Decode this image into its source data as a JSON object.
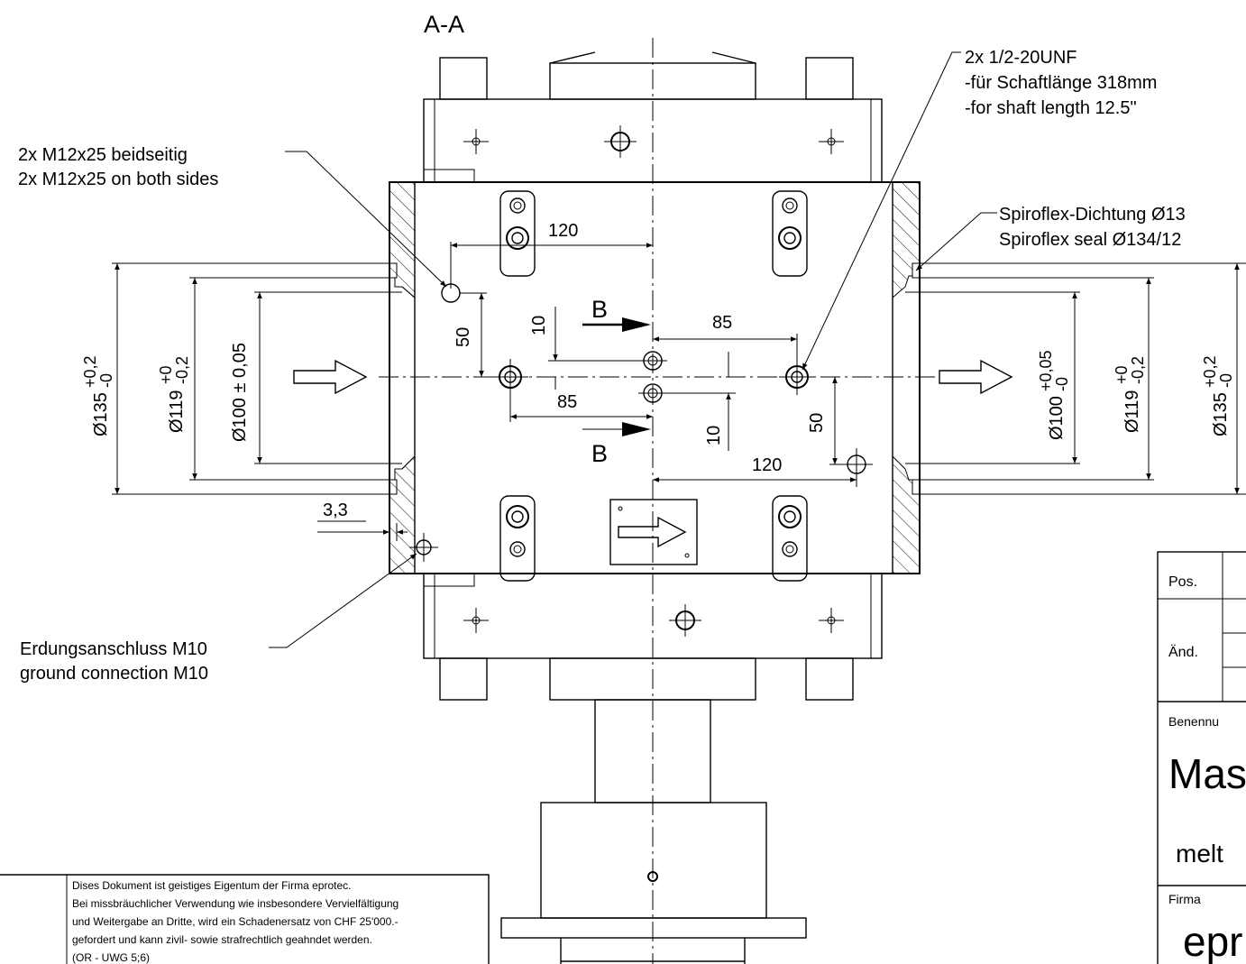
{
  "section_label": "A-A",
  "section_marker": "B",
  "callouts": {
    "thread_unf_1": "2x 1/2-20UNF",
    "thread_unf_2": "-für Schaftlänge 318mm",
    "thread_unf_3": "-for shaft length 12.5\"",
    "m12_1": "2x M12x25 beidseitig",
    "m12_2": "2x M12x25 on both sides",
    "seal_1": "Spiroflex-Dichtung Ø13",
    "seal_2": "Spiroflex seal  Ø134/12",
    "ground_1": "Erdungsanschluss M10",
    "ground_2": "ground connection M10"
  },
  "dims": {
    "d135_left": "Ø135",
    "d135_tol_up": "+0,2",
    "d135_tol_lo": "-0",
    "d119_left": "Ø119",
    "d119_tol_up": "+0",
    "d119_tol_lo": "-0,2",
    "d100_left": "Ø100 ± 0,05",
    "d100_right": "Ø100",
    "d100_tol_up": "+0,05",
    "d100_tol_lo": "-0",
    "d119_right": "Ø119",
    "d135_right": "Ø135",
    "w120_top": "120",
    "w120_bottom": "120",
    "w85_top": "85",
    "w85_bottom": "85",
    "h50_left": "50",
    "h50_right": "50",
    "h10_top": "10",
    "h10_bottom": "10",
    "gap_3_3": "3,3"
  },
  "title_block": {
    "pos_label": "Pos.",
    "and_label": "Änd.",
    "benennung_label": "Benennu",
    "title_text": "Mas",
    "subtitle_text": "melt",
    "firma_label": "Firma",
    "firma_name": "epr"
  },
  "notice": {
    "line1": "Dises Dokument ist geistiges Eigentum der Firma eprotec.",
    "line2": "Bei missbräuchlicher Verwendung wie insbesondere Vervielfältigung",
    "line3": "und Weitergabe an Dritte, wird ein Schadenersatz von CHF 25'000.-",
    "line4": "gefordert und kann zivil- sowie strafrechtlich geahndet werden.",
    "line5": "(OR - UWG 5;6)"
  }
}
